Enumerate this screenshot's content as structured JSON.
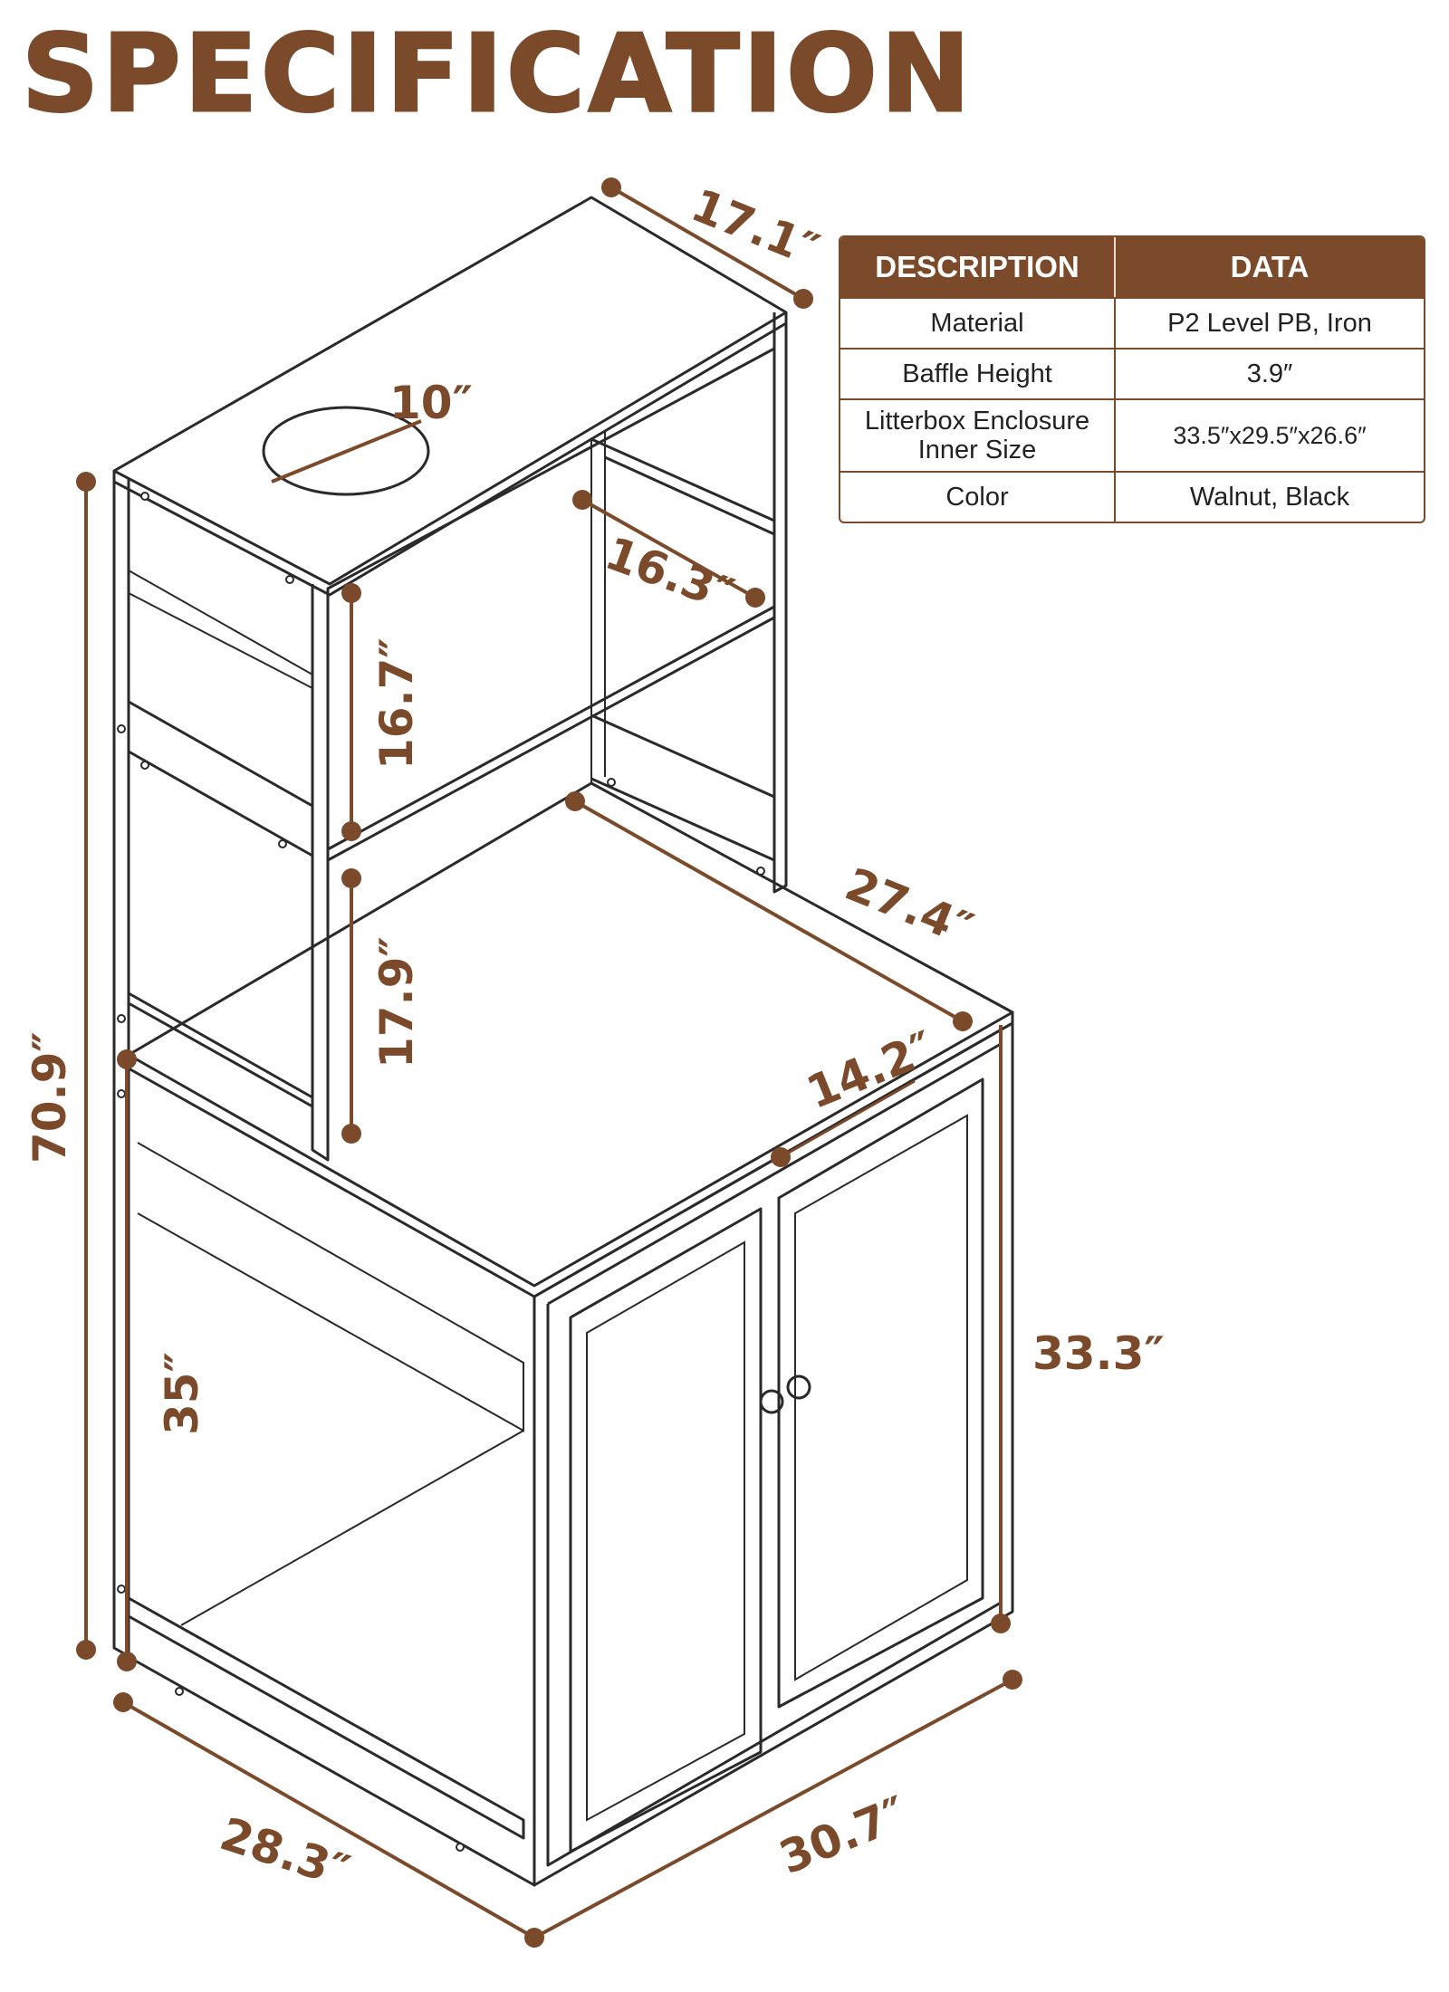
{
  "title": "SPECIFICATION",
  "table": {
    "headers": [
      "DESCRIPTION",
      "DATA"
    ],
    "rows": [
      {
        "description": "Material",
        "data": "P2 Level PB, Iron"
      },
      {
        "description": "Baffle Height",
        "data": "3.9″"
      },
      {
        "description": "Litterbox Enclosure\nInner Size",
        "data": "33.5″x29.5″x26.6″"
      },
      {
        "description": "Color",
        "data": "Walnut, Black"
      }
    ]
  },
  "dimensions": {
    "top_depth": "17.1″",
    "hole_diameter": "10″",
    "shelf_depth": "16.3″",
    "upper_shelf_height": "16.7″",
    "lower_shelf_height": "17.9″",
    "total_height": "70.9″",
    "cabinet_depth": "27.4″",
    "door_width": "14.2″",
    "cabinet_height": "33.3″",
    "side_height": "35″",
    "side_width": "28.3″",
    "front_width": "30.7″"
  },
  "colors": {
    "accent": "#7b4a2b",
    "line": "#2a2a2a",
    "background": "#ffffff"
  }
}
